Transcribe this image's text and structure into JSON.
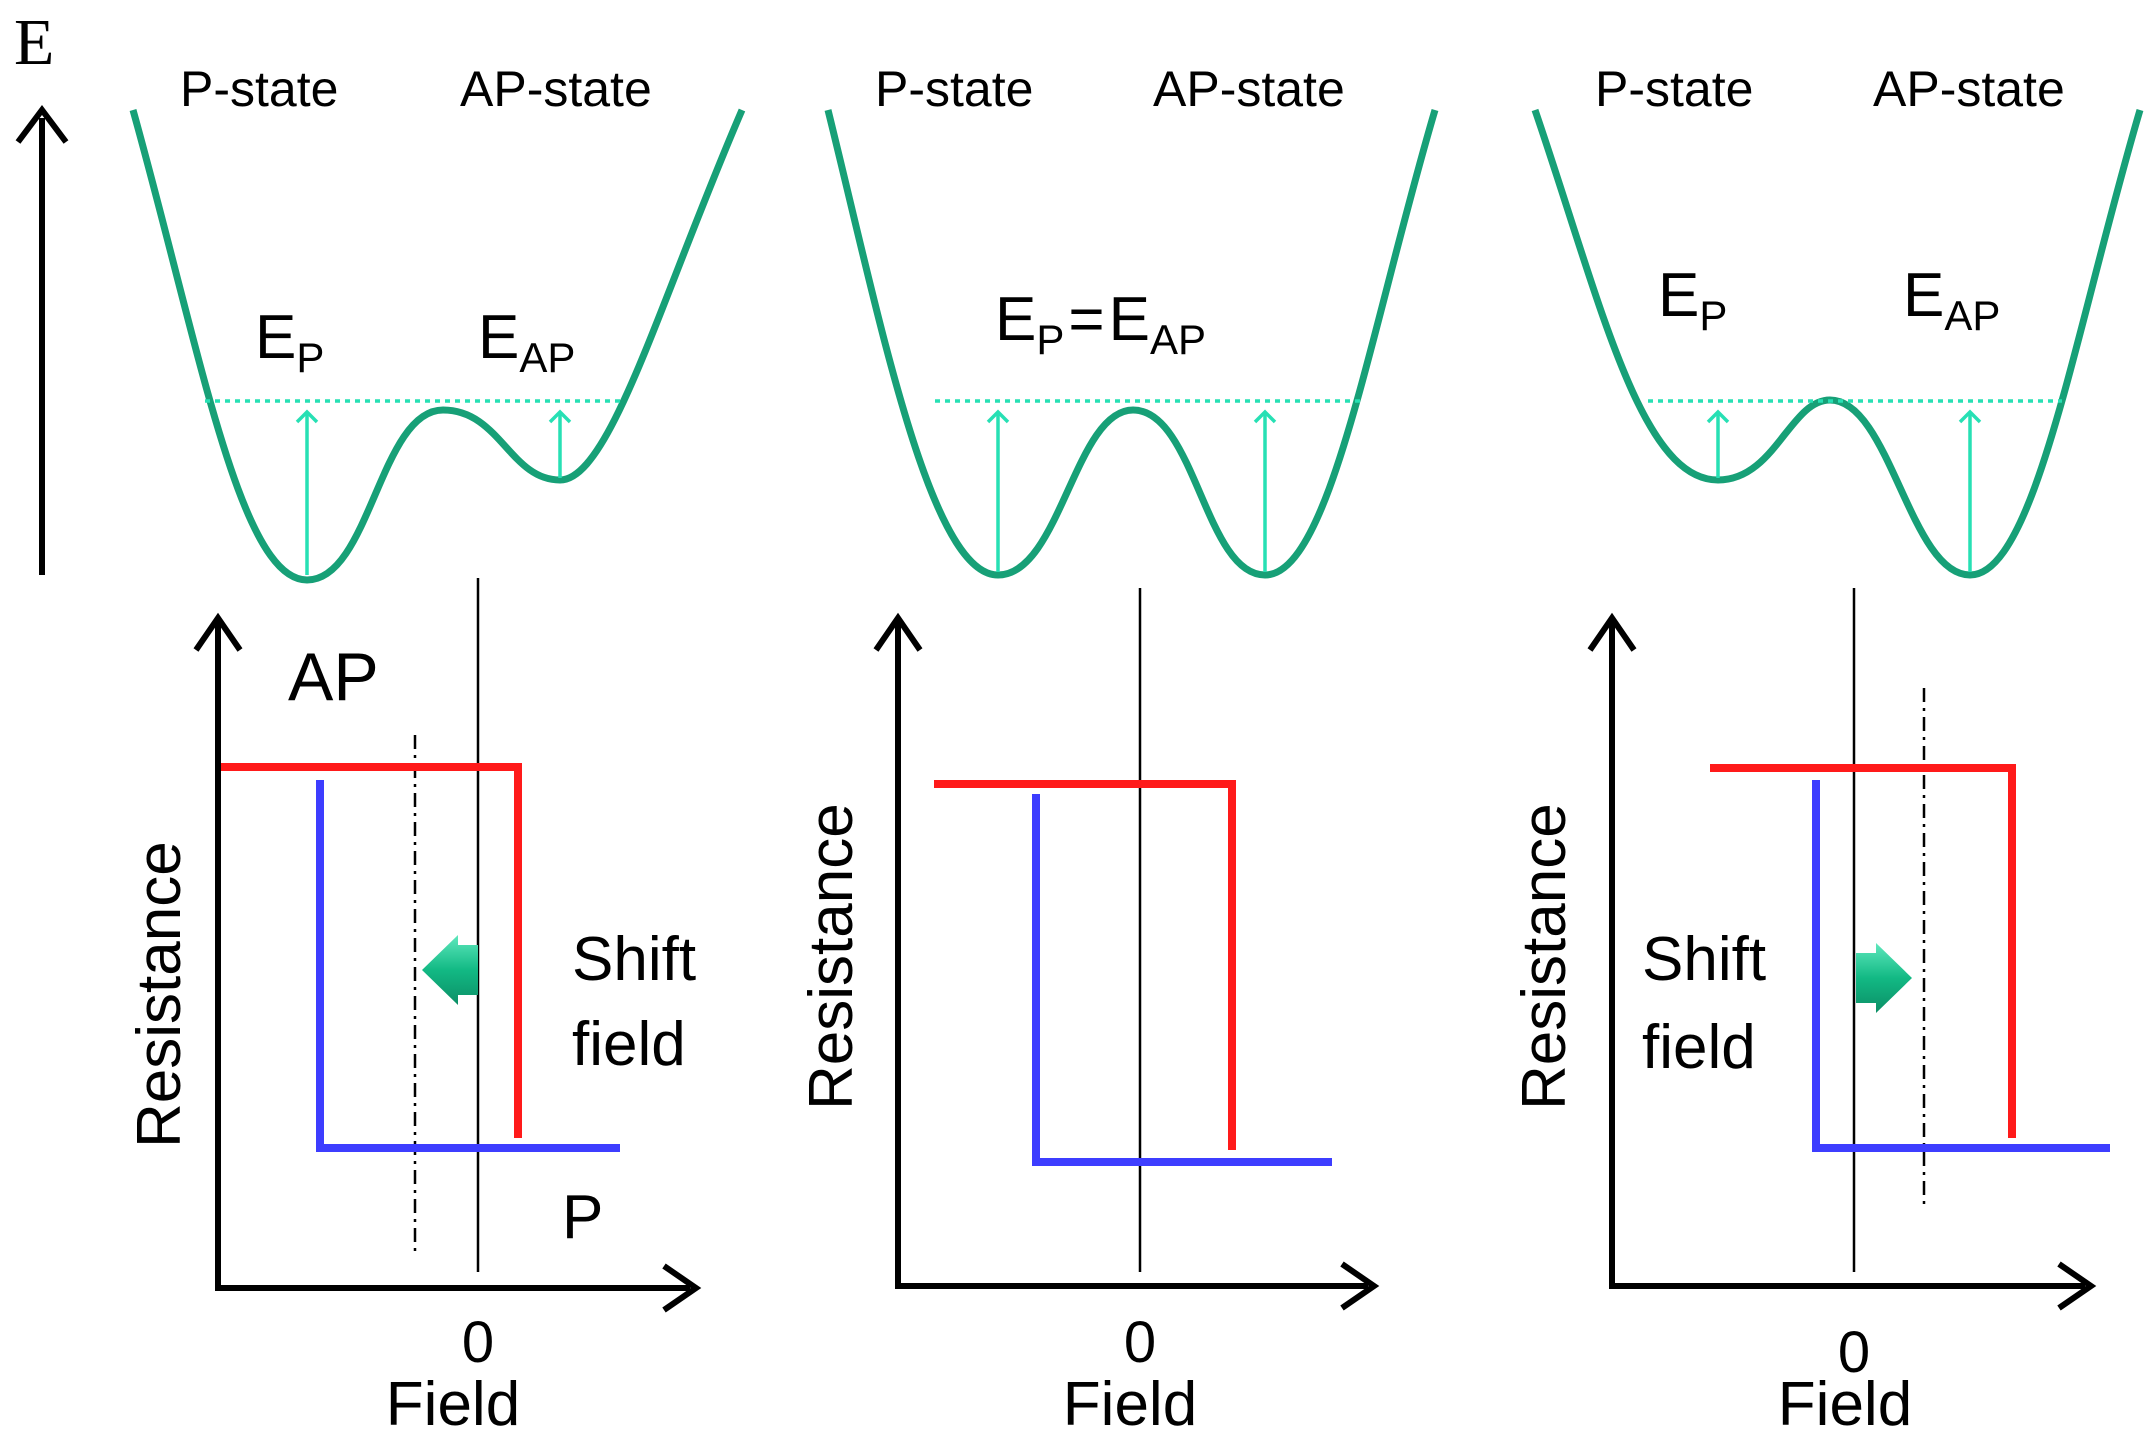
{
  "energy_axis_label": "E",
  "colors": {
    "well": "#17a077",
    "energy_arrow": "#27e0b4",
    "ap_curve": "#ff1a1a",
    "p_curve": "#3d3dff",
    "shift_arrow": "#18c08c",
    "axis": "#000000"
  },
  "panels": [
    {
      "state_left": "P-state",
      "state_right": "AP-state",
      "energy_left": {
        "main": "E",
        "sub": "P"
      },
      "energy_right": {
        "main": "E",
        "sub": "AP"
      },
      "energy_equal": null,
      "resistance_label": "Resistance",
      "field_label": "Field",
      "zero_label": "0",
      "ap_label": "AP",
      "p_label": "P",
      "shift_label": [
        "Shift",
        "field"
      ],
      "shift_direction": "left"
    },
    {
      "state_left": "P-state",
      "state_right": "AP-state",
      "energy_equal": {
        "left_main": "E",
        "left_sub": "P",
        "op": "=",
        "right_main": "E",
        "right_sub": "AP"
      },
      "resistance_label": "Resistance",
      "field_label": "Field",
      "zero_label": "0",
      "shift_direction": "none"
    },
    {
      "state_left": "P-state",
      "state_right": "AP-state",
      "energy_left": {
        "main": "E",
        "sub": "P"
      },
      "energy_right": {
        "main": "E",
        "sub": "AP"
      },
      "energy_equal": null,
      "resistance_label": "Resistance",
      "field_label": "Field",
      "zero_label": "0",
      "shift_label": [
        "Shift",
        "field"
      ],
      "shift_direction": "right"
    }
  ]
}
